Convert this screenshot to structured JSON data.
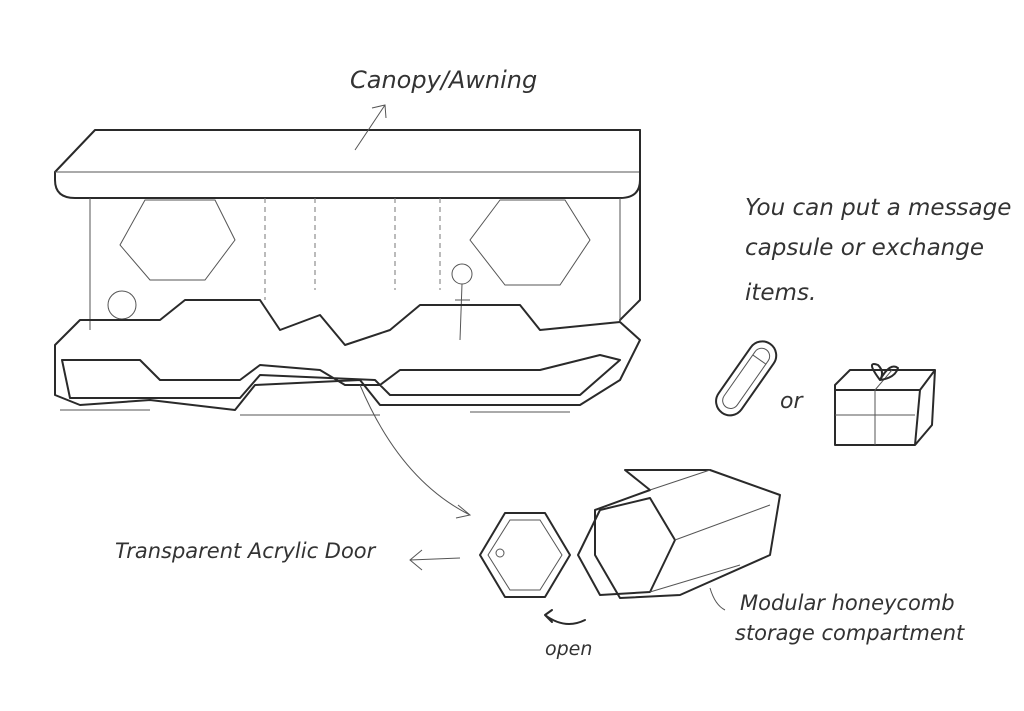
{
  "labels": {
    "canopy": "Canopy/Awning",
    "message_line1": "You can put a message",
    "message_line2": "capsule or exchange",
    "message_line3": "items.",
    "or": "or",
    "door": "Transparent Acrylic Door",
    "storage_line1": "Modular honeycomb",
    "storage_line2": "storage compartment",
    "open": "open"
  },
  "colors": {
    "ink": "#2a2a2a",
    "paper": "#ffffff"
  }
}
